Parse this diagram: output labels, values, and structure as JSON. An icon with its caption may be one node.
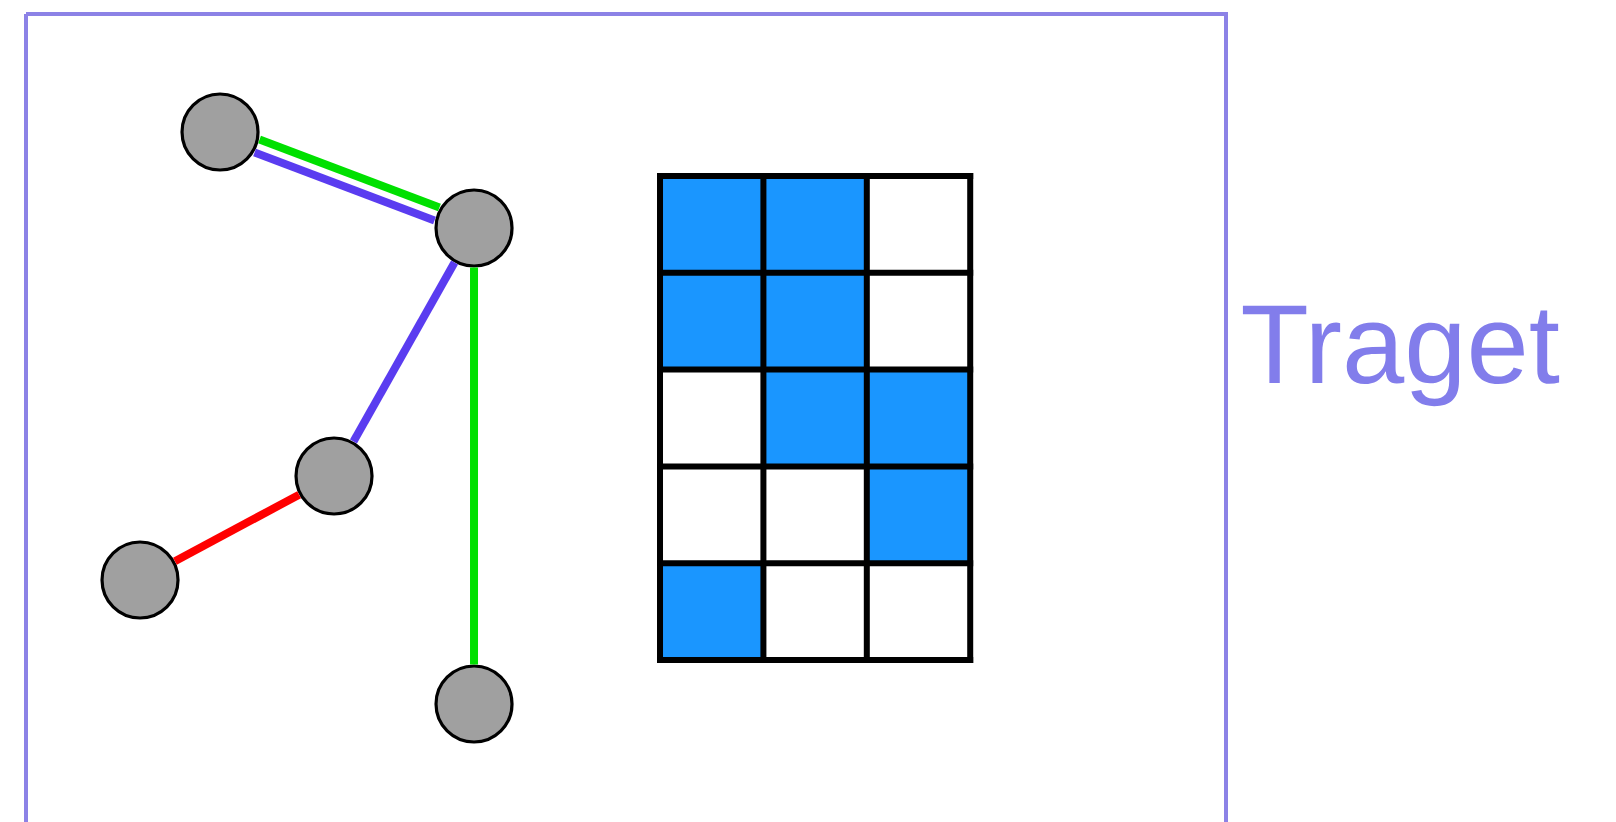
{
  "diagram": {
    "nodes": [
      {
        "text": [],
        "shape": "circle"
      },
      {
        "text": [],
        "shape": "circle"
      },
      {
        "text": [],
        "shape": "circle"
      },
      {
        "text": [],
        "shape": "circle"
      },
      {
        "text": [],
        "shape": "circle"
      }
    ],
    "edges": [
      {
        "from": 0,
        "to": 1,
        "arrow": "none",
        "color": "#5a3cf0"
      },
      {
        "from": 0,
        "to": 1,
        "arrow": "none",
        "color": "#00e000"
      },
      {
        "from": 1,
        "to": 2,
        "arrow": "none",
        "color": "#5a3cf0"
      },
      {
        "from": 2,
        "to": 3,
        "arrow": "none",
        "color": "#ff0000"
      },
      {
        "from": 1,
        "to": 4,
        "arrow": "none",
        "color": "#00e000"
      }
    ],
    "labels": [
      "Traget"
    ]
  }
}
